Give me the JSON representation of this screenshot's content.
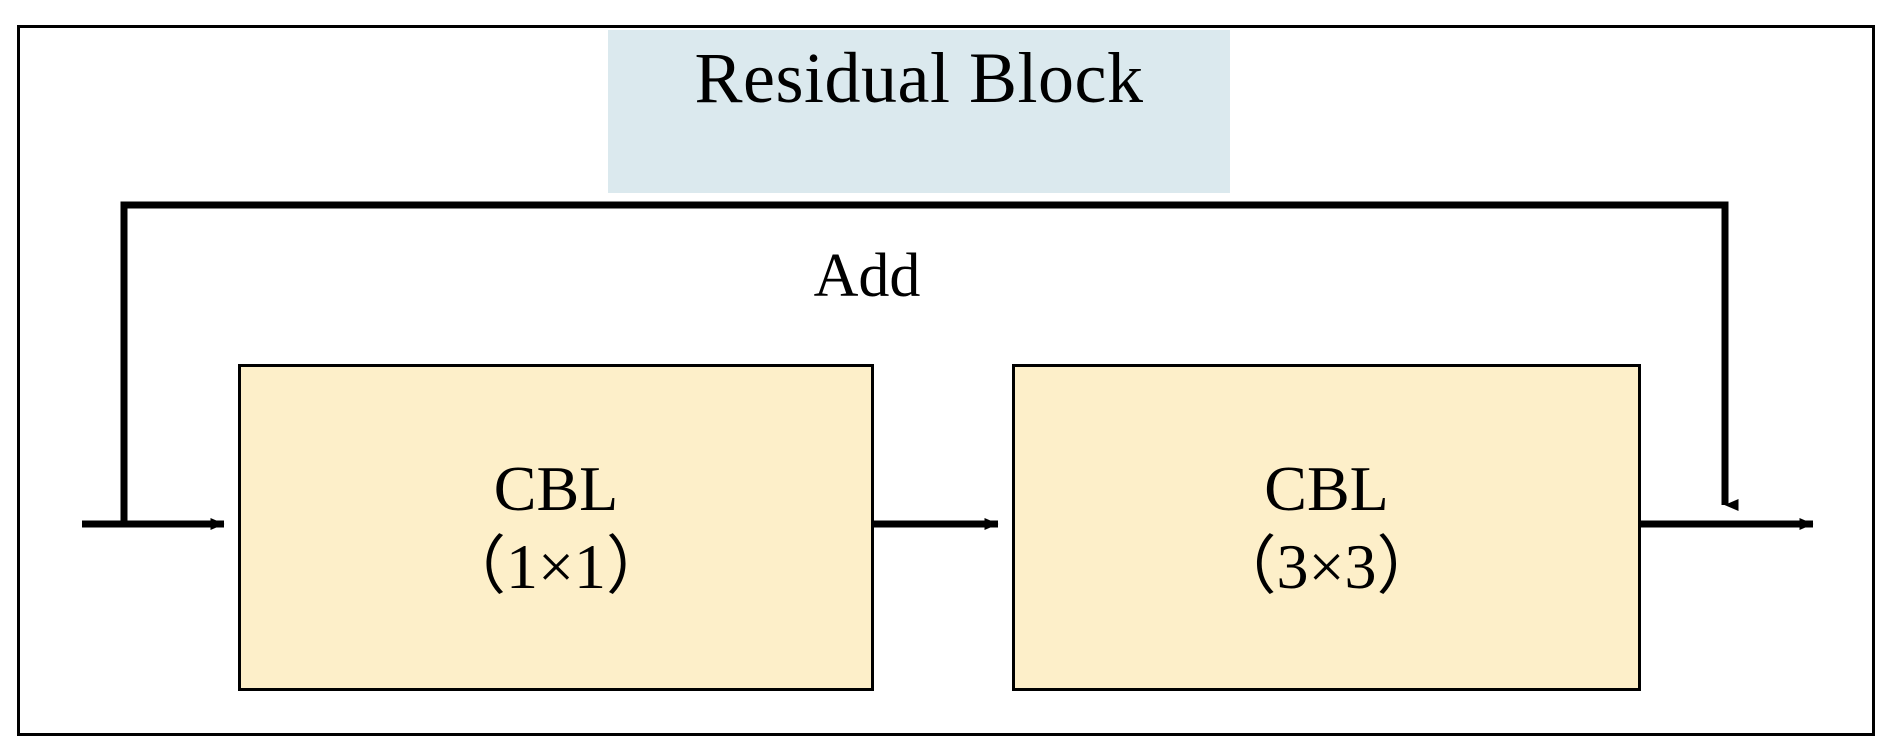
{
  "figure": {
    "title": "Residual Block",
    "skip_label": "Add"
  },
  "blocks": [
    {
      "name": "CBL",
      "kernel": "（1×1）"
    },
    {
      "name": "CBL",
      "kernel": "（3×3）"
    }
  ],
  "colors": {
    "banner_fill": "#dbe9ee",
    "block_fill": "#fdefc9",
    "stroke": "#000000",
    "background": "#ffffff"
  },
  "edges": {
    "input_arrow": "input",
    "between_arrow": "feature-map",
    "output_arrow": "output",
    "skip_arrow": "identity-shortcut"
  }
}
